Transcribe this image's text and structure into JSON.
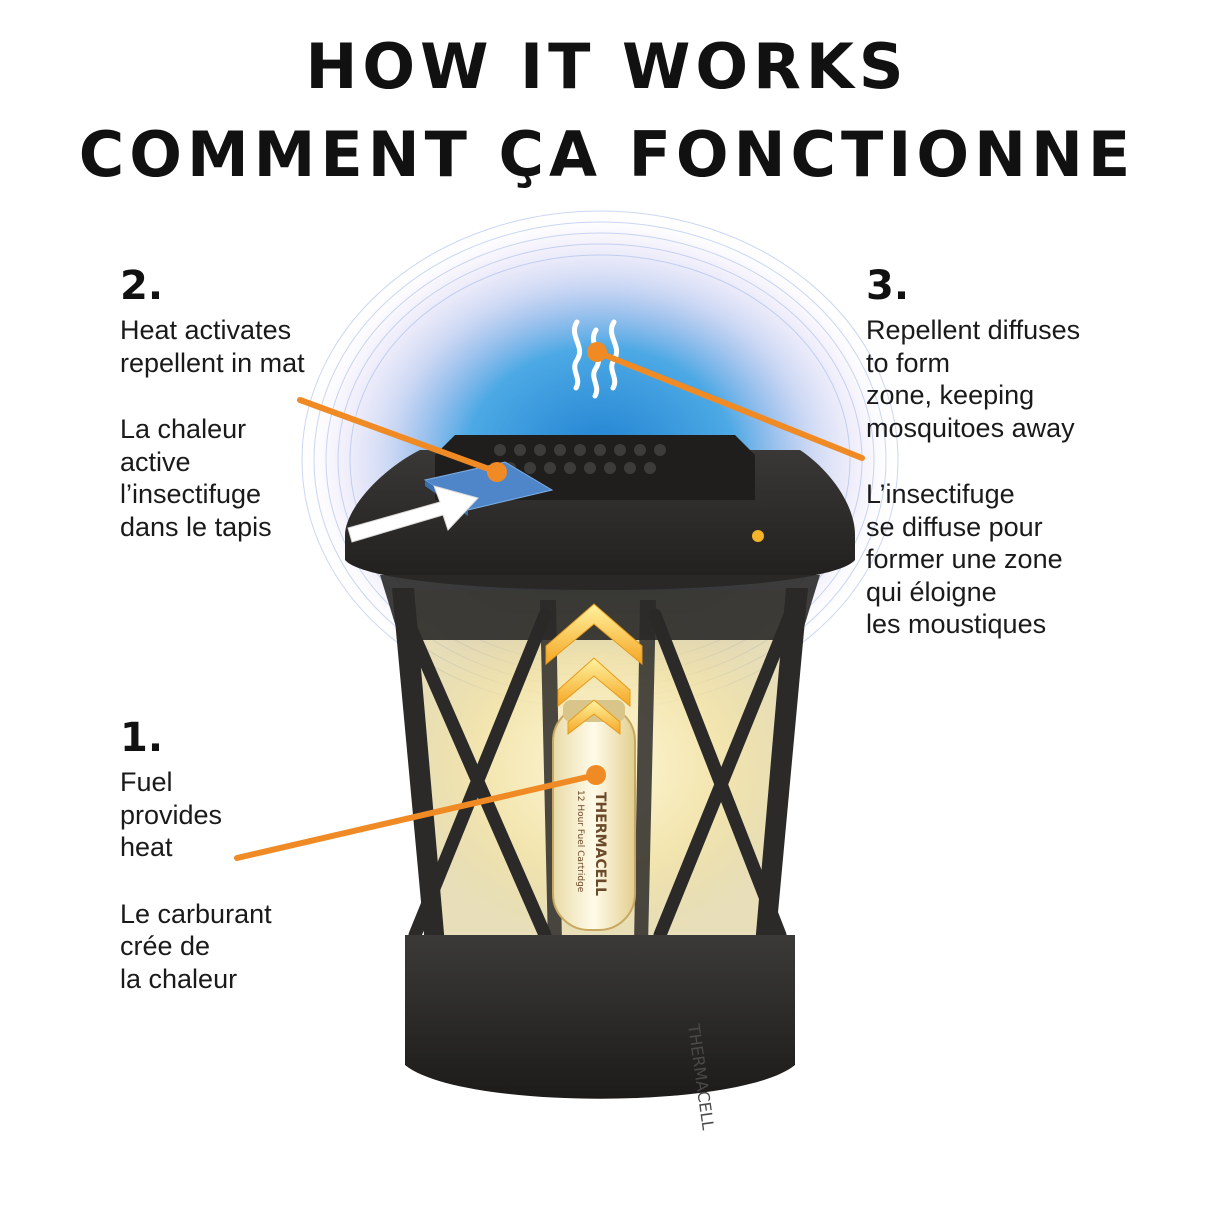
{
  "header": {
    "title_en": "HOW IT WORKS",
    "title_fr": "COMMENT ÇA FONCTIONNE"
  },
  "steps": [
    {
      "number": "1.",
      "text_en": "Fuel\nprovides\nheat",
      "text_fr": "Le carburant\ncrée de\nla chaleur"
    },
    {
      "number": "2.",
      "text_en": "Heat activates\nrepellent in mat",
      "text_fr": "La chaleur\nactive\nl’insectifuge\ndans le tapis"
    },
    {
      "number": "3.",
      "text_en": "Repellent diffuses\nto form\nzone, keeping\nmosquitoes away",
      "text_fr": "L’insectifuge\nse diffuse pour\nformer une zone\nqui éloigne\nles moustiques"
    }
  ],
  "product": {
    "cartridge_brand": "THERMACELL",
    "cartridge_label": "12 Hour Fuel Cartridge",
    "base_brand": "THERMACELL"
  },
  "colors": {
    "leader_line": "#f08a24",
    "repel_zone": "#2f8fd6",
    "lantern_body": "#2b2a29",
    "mat": "#4f86c9",
    "glow": "#f7e7a8"
  },
  "icons": [
    "heat-waves-icon",
    "insert-arrow-icon",
    "heat-chevrons-icon"
  ]
}
